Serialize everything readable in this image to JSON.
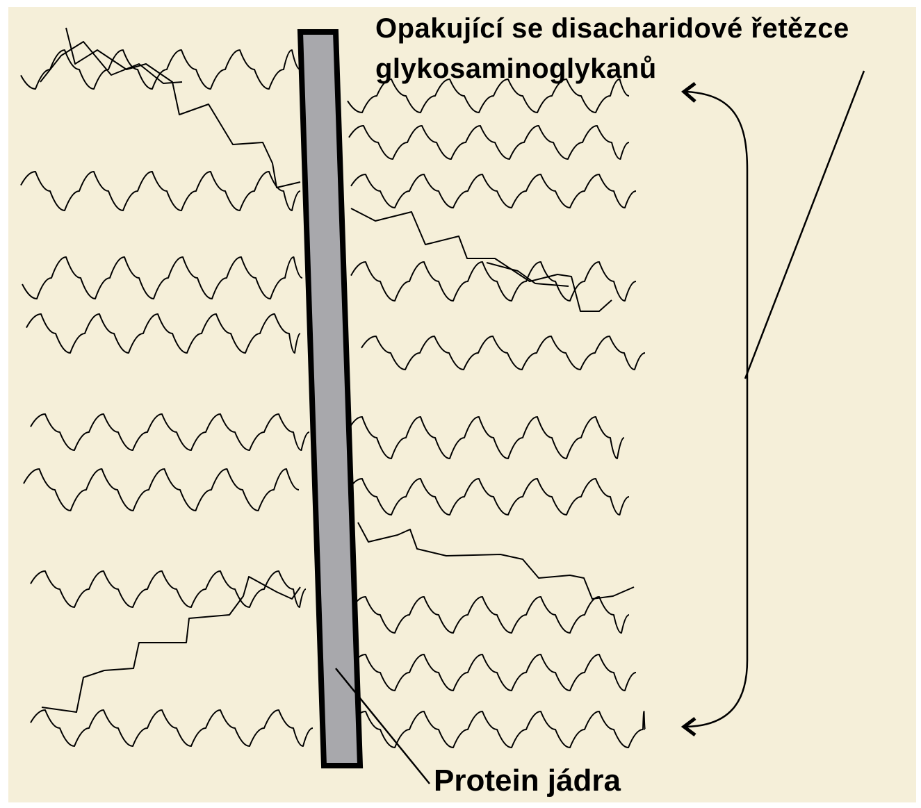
{
  "diagram": {
    "background_color": "#f5efd9",
    "border_color": "#ffffff",
    "core_fill_color": "#a8a8ac",
    "core_stroke_color": "#000000",
    "line_color": "#000000",
    "labels": {
      "gag_line1": "Opakující se disacharidové řetězce",
      "gag_line2": "glykosaminoglykanů",
      "protein_core": "Protein jádra"
    }
  }
}
